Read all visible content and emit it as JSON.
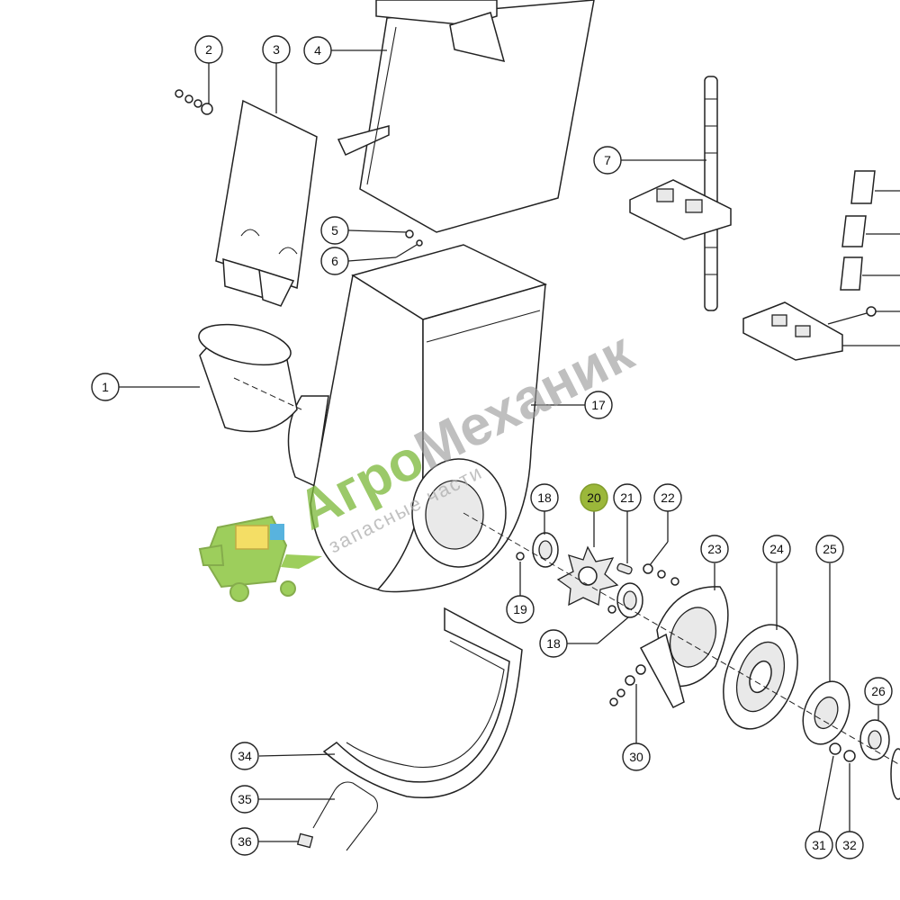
{
  "callouts": [
    {
      "id": "1"
    },
    {
      "id": "2"
    },
    {
      "id": "3"
    },
    {
      "id": "4"
    },
    {
      "id": "5"
    },
    {
      "id": "6"
    },
    {
      "id": "7"
    },
    {
      "id": "17"
    },
    {
      "id": "18"
    },
    {
      "id": "19"
    },
    {
      "id": "20"
    },
    {
      "id": "21"
    },
    {
      "id": "22"
    },
    {
      "id": "23"
    },
    {
      "id": "24"
    },
    {
      "id": "25"
    },
    {
      "id": "26"
    },
    {
      "id": "18"
    },
    {
      "id": "30"
    },
    {
      "id": "31"
    },
    {
      "id": "32"
    },
    {
      "id": "34"
    },
    {
      "id": "35"
    },
    {
      "id": "36"
    }
  ],
  "highlighted_callout": "20",
  "watermark": {
    "brand_prefix": "Агро",
    "brand_suffix": "Механик",
    "tagline": "запасные части",
    "brand_prefix_color": "#7db83a",
    "brand_suffix_color": "#9a9a9a"
  },
  "colors": {
    "highlight": "#9bb73a",
    "line": "#222222",
    "logo_green": "#8cc63f",
    "logo_yellow": "#f2d84a",
    "logo_blue": "#3aa6d8"
  },
  "icons": [
    "harvester-logo-icon"
  ]
}
